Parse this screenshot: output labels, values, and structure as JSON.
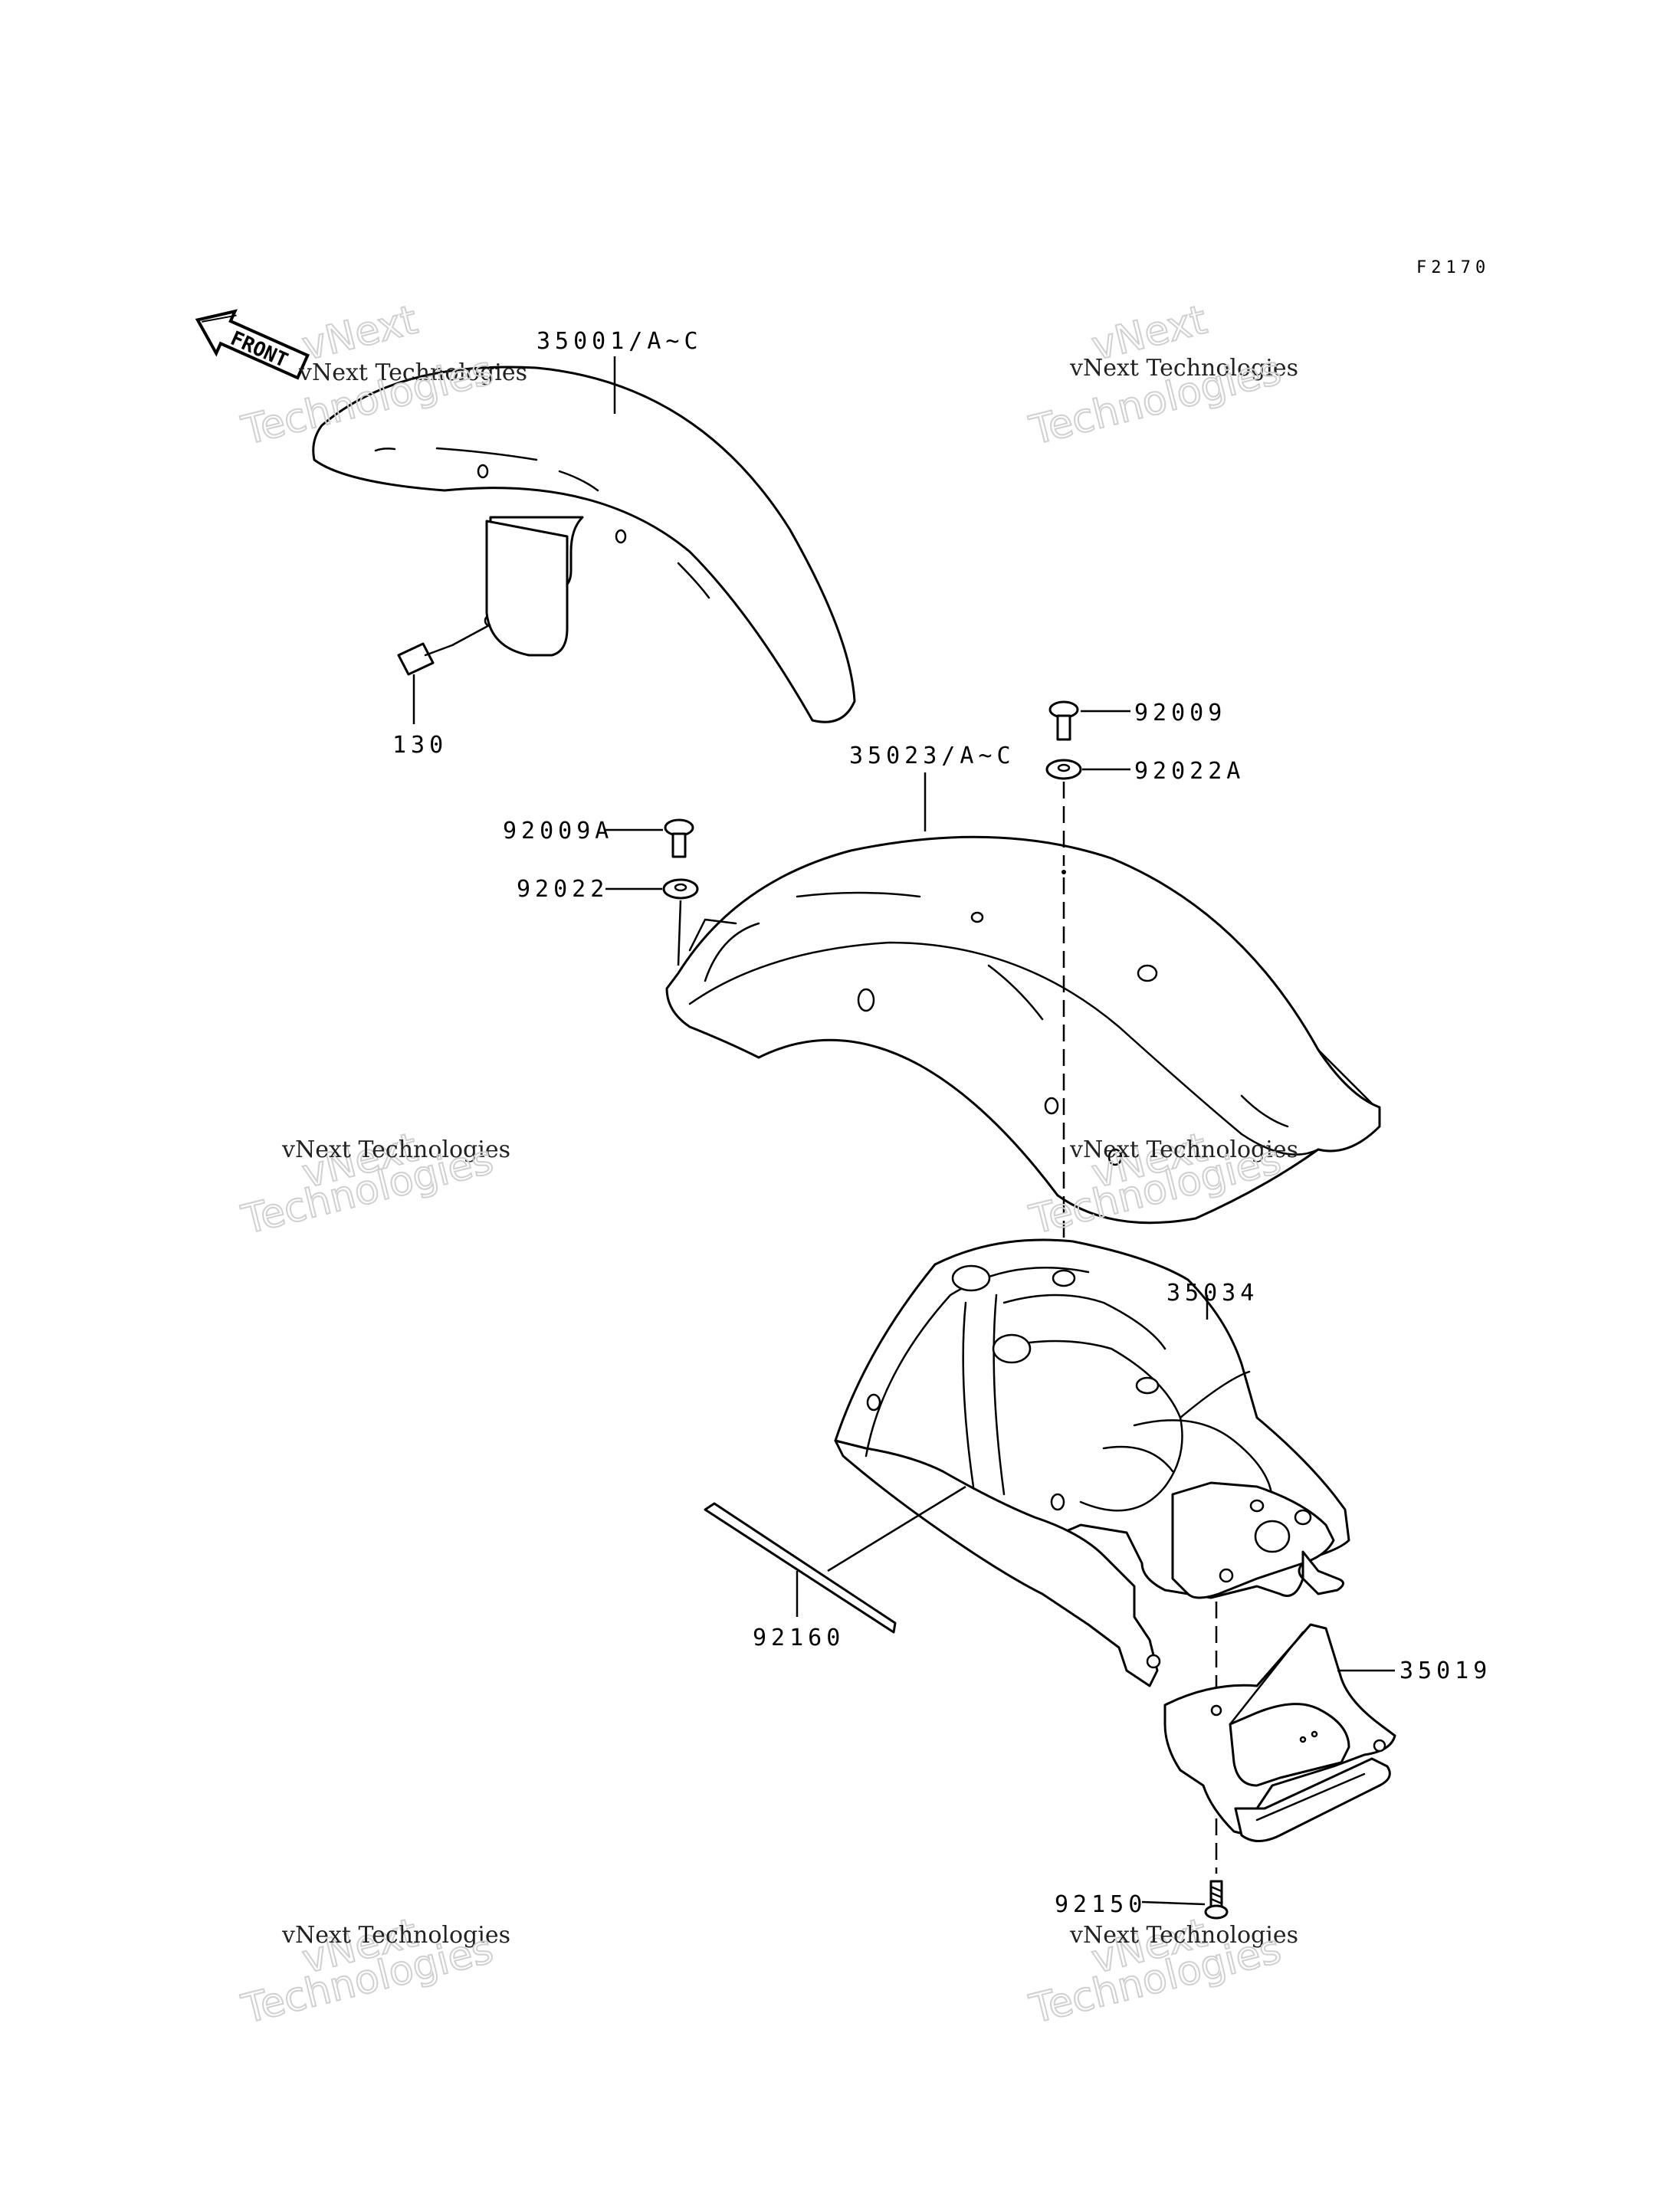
{
  "diagram": {
    "code": "F2170",
    "front_label": "FRONT",
    "parts": [
      {
        "id": "35001",
        "label": "35001/A~C"
      },
      {
        "id": "130",
        "label": "130"
      },
      {
        "id": "92009",
        "label": "92009"
      },
      {
        "id": "92022A",
        "label": "92022A"
      },
      {
        "id": "35023",
        "label": "35023/A~C"
      },
      {
        "id": "92009A",
        "label": "92009A"
      },
      {
        "id": "92022",
        "label": "92022"
      },
      {
        "id": "35034",
        "label": "35034"
      },
      {
        "id": "92160",
        "label": "92160"
      },
      {
        "id": "35019",
        "label": "35019"
      },
      {
        "id": "92150",
        "label": "92150"
      }
    ]
  },
  "watermark": {
    "line1": "vNext",
    "line2": "vNext Technologies",
    "line3": "Technologies"
  },
  "colors": {
    "line": "#000000",
    "background": "#ffffff",
    "watermark_outline": "#d0d0d0"
  }
}
